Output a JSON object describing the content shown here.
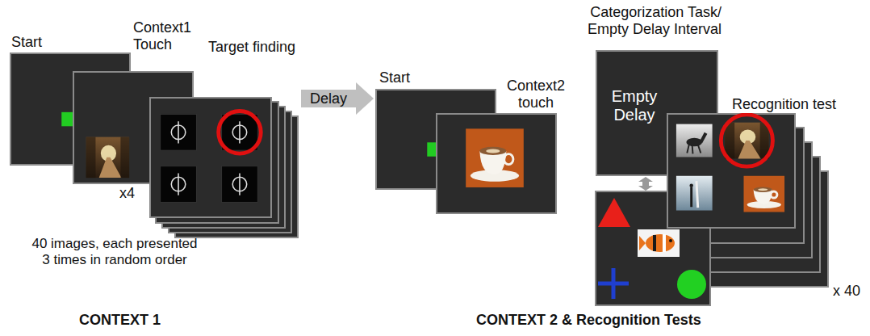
{
  "diagram": {
    "nodes": [
      {
        "text": [
          "Start"
        ]
      },
      {
        "text": [
          "Context1 Touch"
        ]
      },
      {
        "text": [
          "Target finding"
        ]
      },
      {
        "text": [
          "Start"
        ]
      },
      {
        "text": [
          "Context2 touch"
        ]
      },
      {
        "text": [
          "Categorization Task/ Empty Delay Interval",
          "Empty Delay"
        ]
      },
      {
        "text": [
          "Recognition test"
        ]
      }
    ],
    "edges": [
      {
        "from": 2,
        "to": 3,
        "arrow": "to",
        "label": "Delay"
      }
    ],
    "labels": [
      "x4",
      "40 images, each presented 3 times in random order",
      "CONTEXT 1",
      "CONTEXT 2 & Recognition Tests",
      "x 40"
    ]
  }
}
